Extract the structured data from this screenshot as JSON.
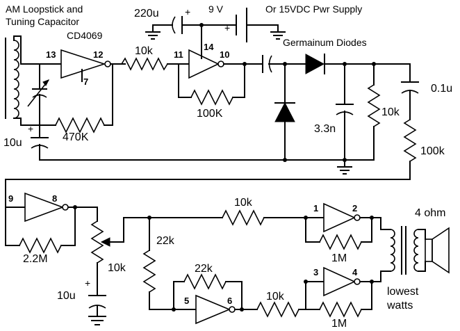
{
  "labels": {
    "title_line1": "AM Loopstick and",
    "title_line2": "Tuning Capacitor",
    "chip": "CD4069",
    "cap_220u": "220u",
    "supply_9v": "9 V",
    "alt_supply": "Or 15VDC Pwr Supply",
    "diodes": "Germainum Diodes",
    "r_10k_1": "10k",
    "r_100k_fb": "100K",
    "r_470k": "470K",
    "cap_10u_1": "10u",
    "cap_3n3": "3.3n",
    "r_10k_2": "10k",
    "cap_0u1": "0.1u",
    "r_100k_2": "100k",
    "r_2m2": "2.2M",
    "pot_10k": "10k",
    "cap_10u_2": "10u",
    "r_10k_3": "10k",
    "r_22k_1": "22k",
    "r_22k_2": "22k",
    "r_10k_4": "10k",
    "r_1m_1": "1M",
    "r_1m_2": "1M",
    "speaker": "4 ohm",
    "lowest": "lowest",
    "watts": "watts",
    "plus_a": "+",
    "plus_b": "+",
    "plus_c": "+",
    "plus_d": "+",
    "plus_e": "+"
  },
  "pins": {
    "p13": "13",
    "p12": "12",
    "p7": "7",
    "p11": "11",
    "p10": "10",
    "p14": "14",
    "p9": "9",
    "p8": "8",
    "p1": "1",
    "p2": "2",
    "p3": "3",
    "p4": "4",
    "p5": "5",
    "p6": "6"
  }
}
